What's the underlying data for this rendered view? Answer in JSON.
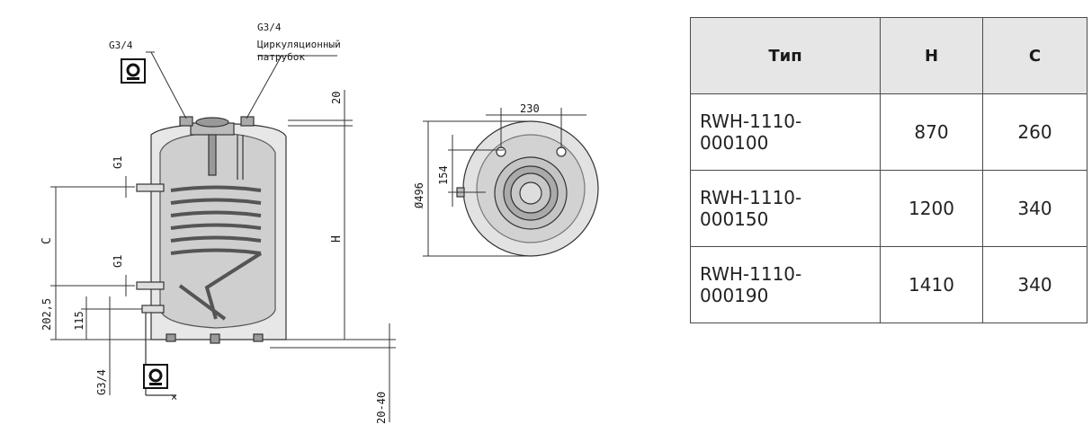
{
  "drawing": {
    "top_inlet_label": "G3/4",
    "circulation_thread": "G3/4",
    "circulation_line1": "Циркуляционный",
    "circulation_line2": "патрубок",
    "dim_top": "20",
    "dim_h": "H",
    "dim_g1_upper": "G1",
    "dim_g1_lower": "G1",
    "dim_c": "C",
    "dim_202": "202,5",
    "dim_115": "115",
    "dim_g34_bottom": "G3/4",
    "dim_20_40": "20-40",
    "dim_230": "230",
    "dim_154": "154",
    "dim_diameter": "Ø496"
  },
  "table": {
    "headers": [
      "Тип",
      "H",
      "C"
    ],
    "rows": [
      {
        "type_line1": "RWH-1110-",
        "type_line2": "000100",
        "h": "870",
        "c": "260"
      },
      {
        "type_line1": "RWH-1110-",
        "type_line2": "000150",
        "h": "1200",
        "c": "340"
      },
      {
        "type_line1": "RWH-1110-",
        "type_line2": "000190",
        "h": "1410",
        "c": "340"
      }
    ]
  }
}
